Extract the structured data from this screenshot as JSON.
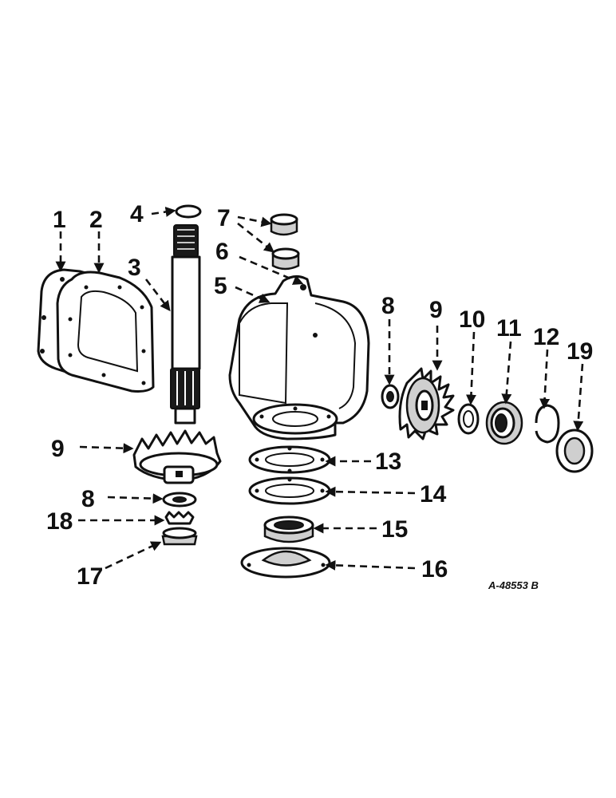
{
  "callouts": {
    "c1": "1",
    "c2": "2",
    "c3": "3",
    "c4": "4",
    "c5": "5",
    "c6": "6",
    "c7": "7",
    "c8a": "8",
    "c8b": "8",
    "c9a": "9",
    "c9b": "9",
    "c10": "10",
    "c11": "11",
    "c12": "12",
    "c13": "13",
    "c14": "14",
    "c15": "15",
    "c16": "16",
    "c17": "17",
    "c18": "18",
    "c19": "19"
  },
  "drawing_id": "A-48553 B"
}
